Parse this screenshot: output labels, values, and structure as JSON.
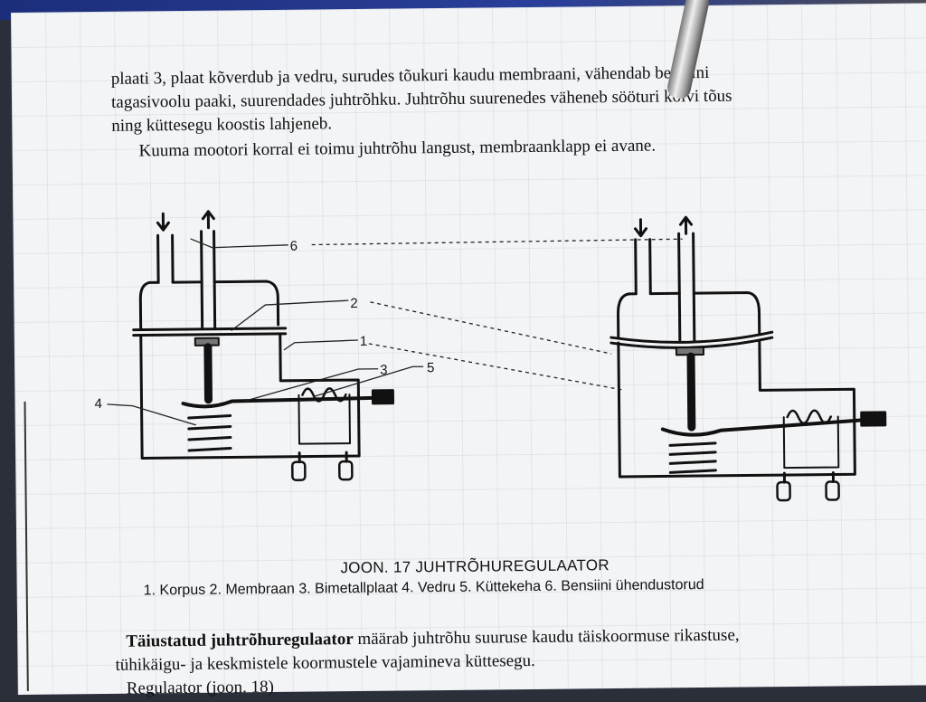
{
  "paragraph1": {
    "line1": "plaati 3, plaat kõverdub ja vedru, surudes tõukuri kaudu membraani, vähendab bensiini",
    "line2": "tagasivoolu paaki, suurendades juhtrõhku. Juhtrõhu suurenedes väheneb sööturi kolvi tõus",
    "line3": "ning küttesegu koostis lahjeneb.",
    "line4": "Kuuma mootori korral ei toimu juhtrõhu langust, membraanklapp ei avane."
  },
  "figure": {
    "labels": [
      "1",
      "2",
      "3",
      "4",
      "5",
      "6"
    ],
    "title": "JOON. 17 JUHTRÕHUREGULAATOR",
    "legend": "1. Korpus 2. Membraan 3. Bimetallplaat 4. Vedru 5. Küttekeha 6. Bensiini ühendustorud"
  },
  "paragraph2": {
    "bold_term": "Täiustatud juhtrõhuregulaator",
    "line1_rest": " määrab juhtrõhu suuruse kaudu täiskoormuse rikastuse,",
    "line2": "tühikäigu- ja keskmistele koormustele vajamineva küttesegu.",
    "line3": "Regulaator (joon. 18)"
  }
}
